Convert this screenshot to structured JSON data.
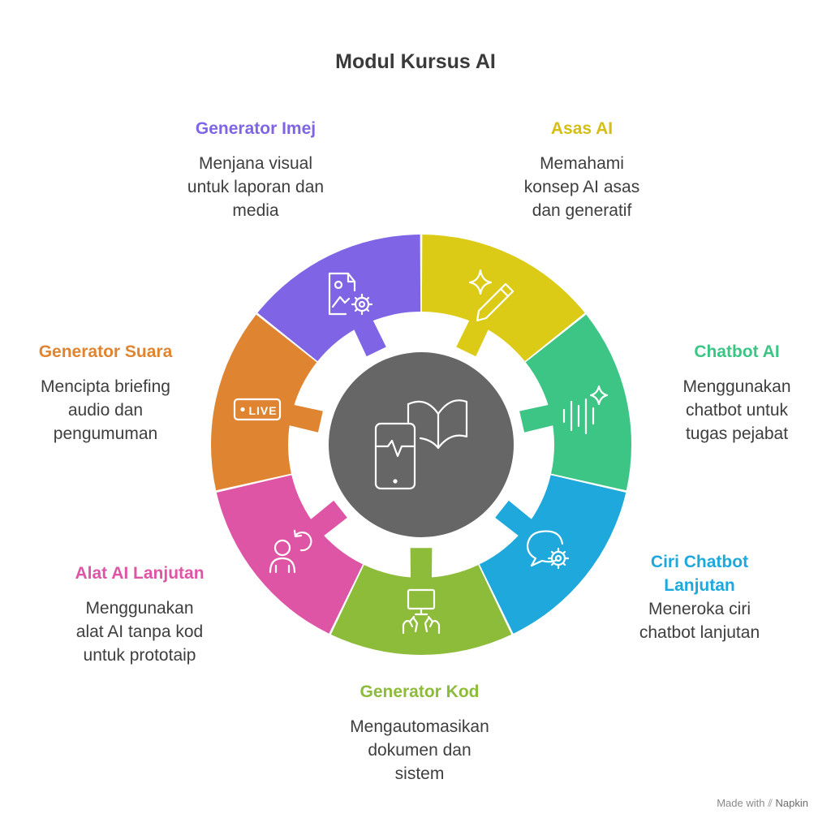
{
  "title": "Modul Kursus AI",
  "center": {
    "icon": "phone-book-icon",
    "color": "#666666"
  },
  "segments": [
    {
      "id": "asas-ai",
      "title": "Asas AI",
      "desc_lines": [
        "Memahami",
        "konsep AI asas",
        "dan generatif"
      ],
      "color": "#DCCB16",
      "icon": "sparkle-pencil-icon"
    },
    {
      "id": "chatbot-ai",
      "title": "Chatbot AI",
      "desc_lines": [
        "Menggunakan",
        "chatbot untuk",
        "tugas pejabat"
      ],
      "color": "#3CC585",
      "icon": "sound-sparkle-icon"
    },
    {
      "id": "ciri-chatbot-lanjutan",
      "title_lines": [
        "Ciri Chatbot",
        "Lanjutan"
      ],
      "desc_lines": [
        "Meneroka ciri",
        "chatbot lanjutan"
      ],
      "color": "#1FA8DC",
      "icon": "chat-gear-icon"
    },
    {
      "id": "generator-kod",
      "title": "Generator Kod",
      "desc_lines": [
        "Mengautomasikan",
        "dokumen dan",
        "sistem"
      ],
      "color": "#8DBB3A",
      "icon": "computer-hands-icon"
    },
    {
      "id": "alat-ai-lanjutan",
      "title": "Alat AI Lanjutan",
      "desc_lines": [
        "Menggunakan",
        "alat AI tanpa kod",
        "untuk prototaip"
      ],
      "color": "#DF55A6",
      "icon": "person-refresh-icon"
    },
    {
      "id": "generator-suara",
      "title": "Generator Suara",
      "desc_lines": [
        "Mencipta briefing",
        "audio dan",
        "pengumuman"
      ],
      "color": "#DF8430",
      "icon": "live-badge-icon",
      "icon_text": "LIVE"
    },
    {
      "id": "generator-imej",
      "title": "Generator Imej",
      "desc_lines": [
        "Menjana visual",
        "untuk laporan dan",
        "media"
      ],
      "color": "#7F65E6",
      "icon": "image-gear-icon"
    }
  ],
  "footer": {
    "made_with": "Made with",
    "brand": "Napkin"
  }
}
